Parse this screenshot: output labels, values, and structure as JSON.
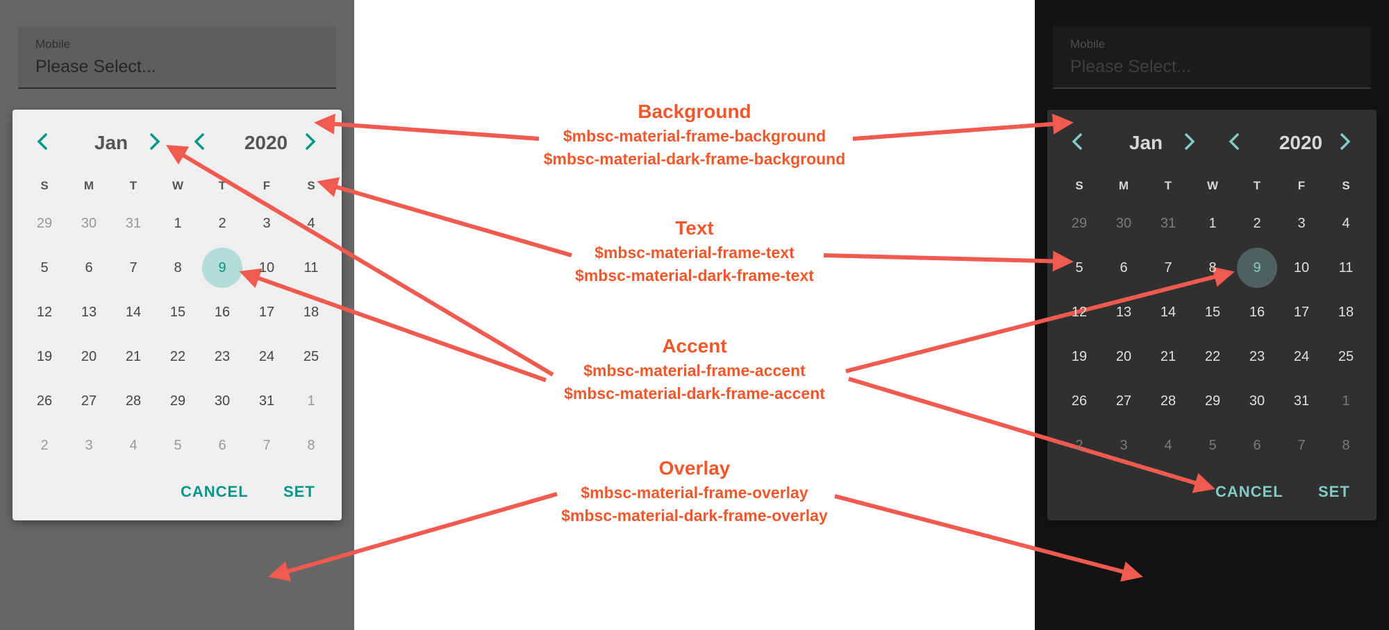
{
  "colors": {
    "accent": "#009688",
    "dark_accent": "#81cbc4",
    "annotation": "#f0582c",
    "arrow": "#f05a4f"
  },
  "light": {
    "field": {
      "label": "Mobile",
      "value": "Please Select..."
    },
    "picker": {
      "month": "Jan",
      "year": "2020",
      "cancel_label": "CANCEL",
      "set_label": "SET"
    }
  },
  "dark": {
    "field": {
      "label": "Mobile",
      "value": "Please Select..."
    },
    "picker": {
      "month": "Jan",
      "year": "2020",
      "cancel_label": "CANCEL",
      "set_label": "SET"
    }
  },
  "calendar": {
    "weekdays": [
      "S",
      "M",
      "T",
      "W",
      "T",
      "F",
      "S"
    ],
    "weeks": [
      [
        {
          "d": "29",
          "o": true
        },
        {
          "d": "30",
          "o": true
        },
        {
          "d": "31",
          "o": true
        },
        {
          "d": "1"
        },
        {
          "d": "2"
        },
        {
          "d": "3"
        },
        {
          "d": "4"
        }
      ],
      [
        {
          "d": "5"
        },
        {
          "d": "6"
        },
        {
          "d": "7"
        },
        {
          "d": "8"
        },
        {
          "d": "9",
          "s": true
        },
        {
          "d": "10"
        },
        {
          "d": "11"
        }
      ],
      [
        {
          "d": "12"
        },
        {
          "d": "13"
        },
        {
          "d": "14"
        },
        {
          "d": "15"
        },
        {
          "d": "16"
        },
        {
          "d": "17"
        },
        {
          "d": "18"
        }
      ],
      [
        {
          "d": "19"
        },
        {
          "d": "20"
        },
        {
          "d": "21"
        },
        {
          "d": "22"
        },
        {
          "d": "23"
        },
        {
          "d": "24"
        },
        {
          "d": "25"
        }
      ],
      [
        {
          "d": "26"
        },
        {
          "d": "27"
        },
        {
          "d": "28"
        },
        {
          "d": "29"
        },
        {
          "d": "30"
        },
        {
          "d": "31"
        },
        {
          "d": "1",
          "o": true
        }
      ],
      [
        {
          "d": "2",
          "o": true
        },
        {
          "d": "3",
          "o": true
        },
        {
          "d": "4",
          "o": true
        },
        {
          "d": "5",
          "o": true
        },
        {
          "d": "6",
          "o": true
        },
        {
          "d": "7",
          "o": true
        },
        {
          "d": "8",
          "o": true
        }
      ]
    ]
  },
  "annotations": {
    "background": {
      "title": "Background",
      "line1": "$mbsc-material-frame-background",
      "line2": "$mbsc-material-dark-frame-background"
    },
    "text": {
      "title": "Text",
      "line1": "$mbsc-material-frame-text",
      "line2": "$mbsc-material-dark-frame-text"
    },
    "accent": {
      "title": "Accent",
      "line1": "$mbsc-material-frame-accent",
      "line2": "$mbsc-material-dark-frame-accent"
    },
    "overlay": {
      "title": "Overlay",
      "line1": "$mbsc-material-frame-overlay",
      "line2": "$mbsc-material-dark-frame-overlay"
    }
  }
}
